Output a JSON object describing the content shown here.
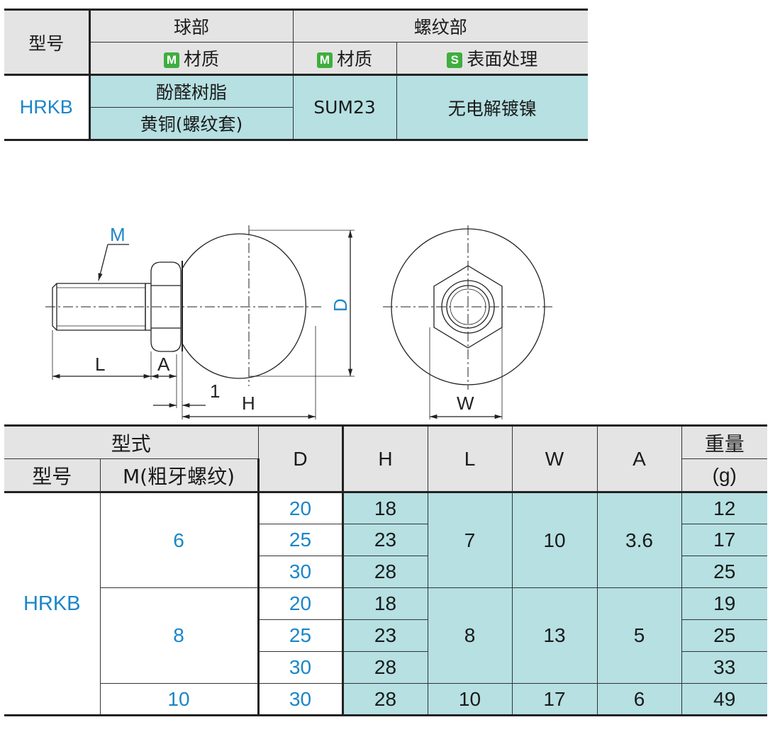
{
  "material_table": {
    "col_model": "型号",
    "col_ball": "球部",
    "col_thread": "螺纹部",
    "col_material": "材质",
    "col_surface": "表面处理",
    "badge_m": "M",
    "badge_s": "S",
    "model": "HRKB",
    "ball_material_1": "酚醛树脂",
    "ball_material_2": "黄铜(螺纹套)",
    "thread_material": "SUM23",
    "surface_treatment": "无电解镀镍"
  },
  "drawing": {
    "label_M": "M",
    "label_L": "L",
    "label_A": "A",
    "label_1": "1",
    "label_H": "H",
    "label_D": "D",
    "label_W": "W"
  },
  "spec_table": {
    "header_type": "型式",
    "header_model": "型号",
    "header_m": "M(粗牙螺纹)",
    "header_D": "D",
    "header_H": "H",
    "header_L": "L",
    "header_W": "W",
    "header_A": "A",
    "header_weight": "重量",
    "header_weight_unit": "(g)",
    "model": "HRKB",
    "groups": [
      {
        "M": "6",
        "L": "7",
        "W": "10",
        "A": "3.6",
        "rows": [
          {
            "D": "20",
            "H": "18",
            "weight": "12"
          },
          {
            "D": "25",
            "H": "23",
            "weight": "17"
          },
          {
            "D": "30",
            "H": "28",
            "weight": "25"
          }
        ]
      },
      {
        "M": "8",
        "L": "8",
        "W": "13",
        "A": "5",
        "rows": [
          {
            "D": "20",
            "H": "18",
            "weight": "19"
          },
          {
            "D": "25",
            "H": "23",
            "weight": "25"
          },
          {
            "D": "30",
            "H": "28",
            "weight": "33"
          }
        ]
      },
      {
        "M": "10",
        "L": "10",
        "W": "17",
        "A": "6",
        "rows": [
          {
            "D": "30",
            "H": "28",
            "weight": "49"
          }
        ]
      }
    ]
  },
  "colors": {
    "accent_blue": "#1a86c8",
    "cell_cyan": "#b6e0e2",
    "header_gray": "#e4e4e4",
    "badge_green": "#3fae3f"
  }
}
